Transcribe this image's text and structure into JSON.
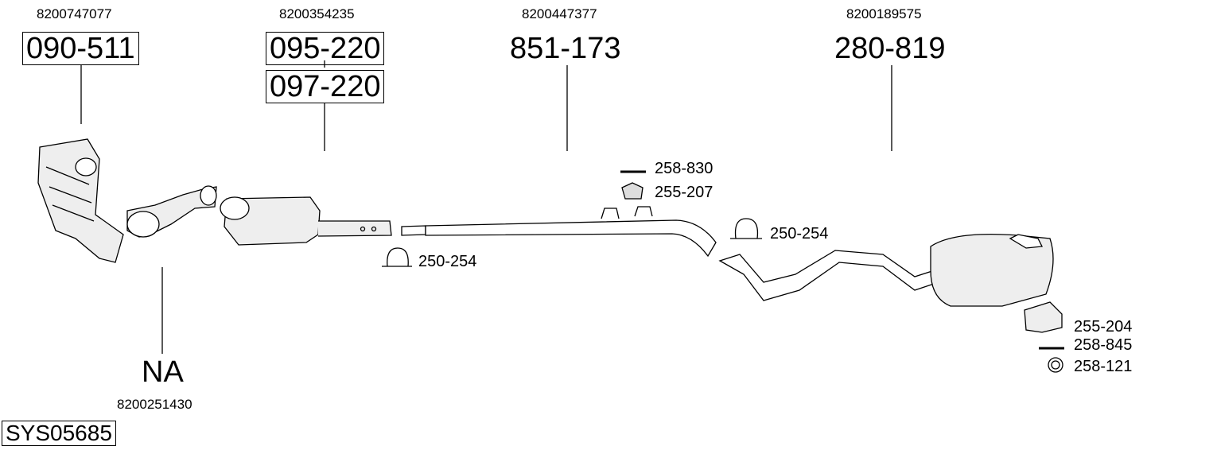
{
  "system_id": "SYS05685",
  "parts": [
    {
      "oem": "8200747077",
      "codes": [
        "090-511"
      ]
    },
    {
      "oem": "8200354235",
      "codes": [
        "095-220",
        "097-220"
      ]
    },
    {
      "oem": "8200447377",
      "codes": [
        "851-173"
      ]
    },
    {
      "oem": "8200189575",
      "codes": [
        "280-819"
      ]
    },
    {
      "oem": "8200251430",
      "codes": [
        "NA"
      ]
    }
  ],
  "accessories": [
    {
      "code": "258-830",
      "icon": "bolt-icon"
    },
    {
      "code": "255-207",
      "icon": "rubber-mount-icon"
    },
    {
      "code": "250-254",
      "icon": "clamp-icon"
    },
    {
      "code": "250-254",
      "icon": "clamp-icon"
    },
    {
      "code": "255-204",
      "icon": "bracket-icon"
    },
    {
      "code": "258-845",
      "icon": "bolt-icon"
    },
    {
      "code": "258-121",
      "icon": "ring-icon"
    }
  ]
}
